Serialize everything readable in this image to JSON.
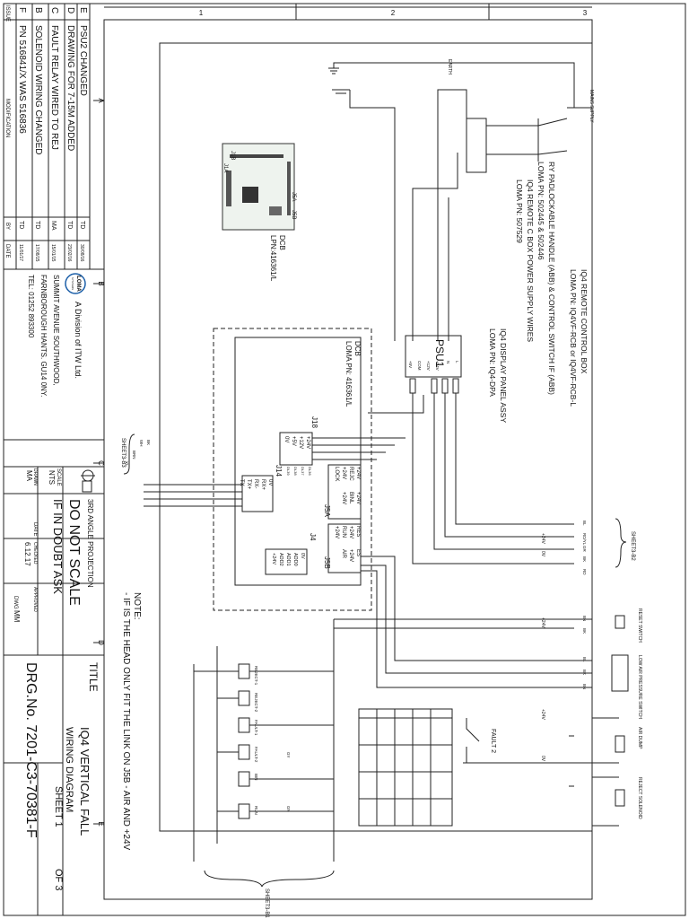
{
  "border": {
    "zones_top": [
      "1",
      "2",
      "3"
    ],
    "zones_side": [
      "A",
      "B",
      "C",
      "D",
      "E"
    ]
  },
  "revisions": {
    "header_issue": "ISSUE",
    "header_modification": "MODIFICATION",
    "header_by": "BY",
    "header_date": "DATE",
    "rows": [
      {
        "issue": "E",
        "modification": "PSU2 CHANGED",
        "by": "TD",
        "date": "30/08/16"
      },
      {
        "issue": "D",
        "modification": "DRAWING FOR 7-15M ADDED",
        "by": "TD",
        "date": "23/02/16"
      },
      {
        "issue": "C",
        "modification": "FAULT RELAY WIRED TO REJ",
        "by": "MA",
        "date": "15/01/15"
      },
      {
        "issue": "B",
        "modification": "SOLENOID WIRING CHANGED",
        "by": "TD",
        "date": "17/08/15"
      },
      {
        "issue": "F",
        "modification": "PN 516841/X WAS 516836",
        "by": "TD",
        "date": "11/01/17"
      }
    ]
  },
  "company": {
    "logo": "LOMA",
    "logo_sub": "SYSTEMS",
    "division": "A Division of ITW Ltd.",
    "address1": "SUMMIT AVENUE SOUTHWOOD,",
    "address2": "FARNBOROUGH HANTS. GU14 0NY.",
    "tel": "TEL: 01252 893300"
  },
  "titleblock": {
    "projection": "3RD ANGLE PROJECTION",
    "do_not_scale": "DO NOT SCALE",
    "if_in_doubt": "IF IN DOUBT ASK",
    "scale_label": "SCALE",
    "scale_value": "NTS",
    "drawn_label": "DRAWN",
    "drawn_value": "MA",
    "date_label": "DATE",
    "date_value": "6.12.17",
    "checked_label": "CHECKED",
    "approved_label": "APPROVED",
    "dwg_label": "DWG",
    "dwg_value": "MM",
    "title_label": "TITLE",
    "title_line1": "IQ4 VERTICAL FALL",
    "title_line2": "WIRING DIAGRAM",
    "sheet": "SHEET 1",
    "sheet_of": "OF 3",
    "drg_no": "DRG.No. 7201-C3-70381-F"
  },
  "notes": {
    "heading": "NOTE:",
    "line1": "- IF IS THE HEAD ONLY FIT THE LINK ON J5B - AIR AND +24V"
  },
  "remote_box": {
    "title": "IQ4 REMOTE CONTROL BOX",
    "pn": "LOMA PN: IQ4VF-RCB or IQ4VF-RCB-L",
    "handle": "RY PADLOCKABLE HANDLE (ABB) & CONTROL SWITCH IF (ABB)",
    "handle_pn": "LOMA PN: 502445 & 502446",
    "psu_wires": "IQ4 REMOTE C BOX POWER SUPPLY WIRES",
    "psu_wires_pn": "LOMA PN: 507529"
  },
  "display_panel": {
    "title": "IQ4 DISPLAY PANEL ASSY",
    "pn": "LOMA PN: IQ4-DPA"
  },
  "dcb": {
    "name": "DCB",
    "pn": "LPN:416361/L",
    "inner_name": "DCB",
    "inner_pn": "LOMA PN: 416361/L",
    "j1b": "J1B",
    "j1a": "J1A",
    "j5a": "J5A",
    "j5b": "J5B"
  },
  "psu": {
    "label": "PSU1",
    "terminals": [
      "+5V",
      "COM",
      "+12V",
      "+24V",
      "N",
      "L"
    ]
  },
  "j18": {
    "label": "J18",
    "pins": [
      "+24V",
      "+12V",
      "+5V",
      "0V"
    ],
    "wires": [
      "DL36",
      "DL37",
      "DL38",
      "DL39"
    ]
  },
  "j14": {
    "label": "J14",
    "pins": [
      "0V",
      "RX+",
      "RX-",
      "TX+",
      "TX-"
    ],
    "wires": [
      "BK",
      "WH",
      "BRN",
      "YL"
    ]
  },
  "j5a": {
    "label": "J5A",
    "pins": [
      "+24V",
      "REJC",
      "+24V",
      "LOCK",
      "+24V",
      "BINL",
      "+24V"
    ]
  },
  "j5b": {
    "label": "J5B",
    "pins": [
      "RES",
      "+24V",
      "RUN",
      "+24V",
      "ES",
      "+24V",
      "AIR"
    ]
  },
  "j4": {
    "label": "J4",
    "pins": [
      "0V",
      "ADD0",
      "ADD1",
      "ADD2",
      "+24V"
    ]
  },
  "sheet_refs": {
    "left": "SHEET3-B3",
    "right": "SHEET3-B2",
    "bottom": "SHEET3-B1"
  },
  "right_side": {
    "mains": "MAINS SUPPLY",
    "earth": "EARTH",
    "reset_button": "RESET SWITCH",
    "low_air": "LOW AIR PRESSURE SWITCH",
    "air_dump": "AIR DUMP",
    "reject_solenoid": "REJECT SOLENOID",
    "fault2": "FAULT 2",
    "plus24v": "+24V",
    "zero_v": "0V"
  },
  "relays": {
    "items": [
      "REJECT-1",
      "REJECT-2",
      "FAULT-1",
      "FAULT-2",
      "BIN",
      "RUN"
    ]
  },
  "wire_colors": {
    "bl": "BL",
    "rdyl": "RD/YL",
    "gr": "GR",
    "bk": "BK",
    "rd": "RD",
    "bn": "BN",
    "gy": "GY",
    "gn": "GN"
  }
}
